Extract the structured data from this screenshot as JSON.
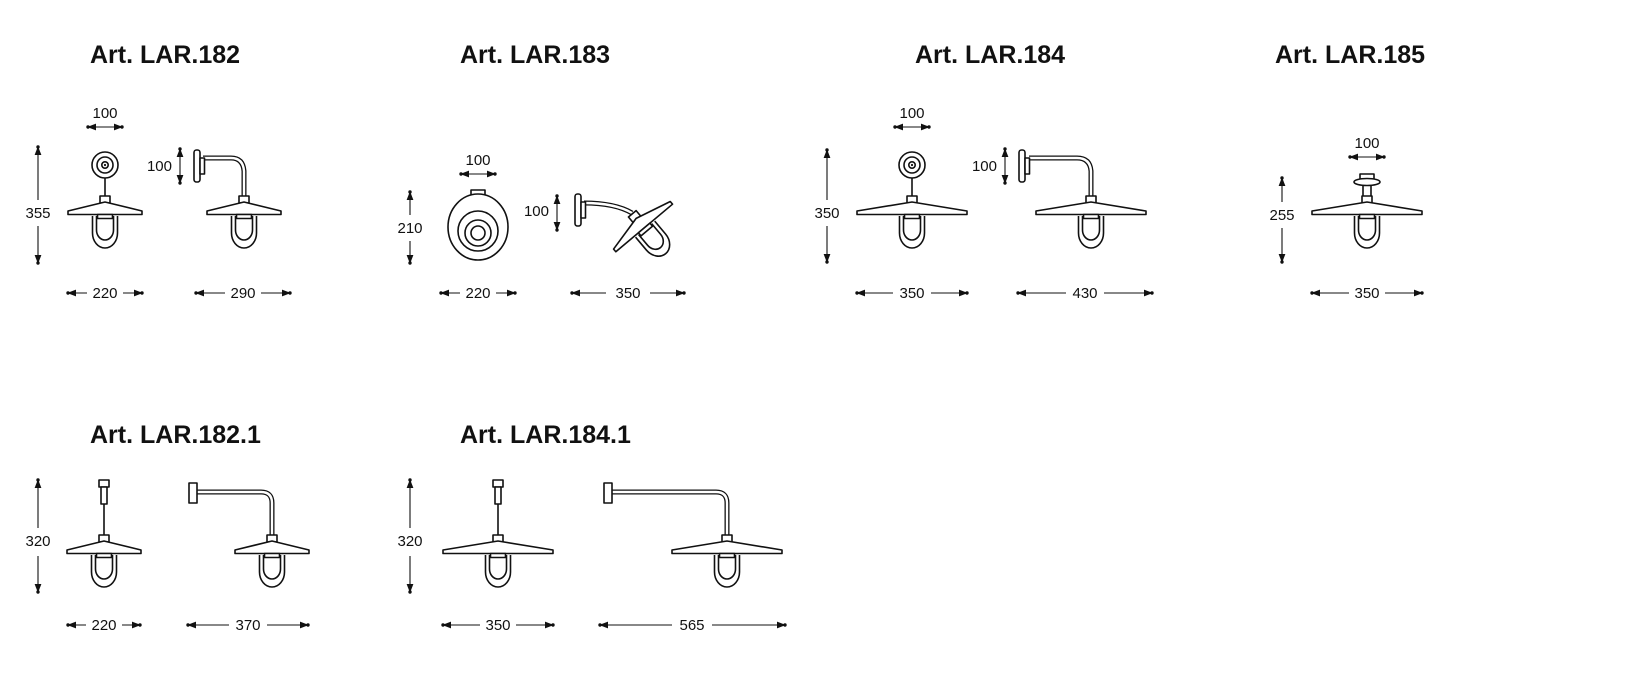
{
  "page": {
    "background": "#ffffff",
    "ink": "#111111"
  },
  "articles": [
    {
      "title": "Art. LAR.182",
      "dims": {
        "top_width": "100",
        "height": "355",
        "arm_height": "100",
        "front_width": "220",
        "side_depth": "290"
      }
    },
    {
      "title": "Art. LAR.183",
      "dims": {
        "top_width": "100",
        "height": "210",
        "arm_height": "100",
        "front_width": "220",
        "side_depth": "350"
      }
    },
    {
      "title": "Art. LAR.184",
      "dims": {
        "top_width": "100",
        "height": "350",
        "arm_height": "100",
        "front_width": "350",
        "side_depth": "430"
      }
    },
    {
      "title": "Art. LAR.185",
      "dims": {
        "top_width": "100",
        "height": "255",
        "front_width": "350"
      }
    },
    {
      "title": "Art. LAR.182.1",
      "dims": {
        "height": "320",
        "front_width": "220",
        "side_depth": "370"
      }
    },
    {
      "title": "Art. LAR.184.1",
      "dims": {
        "height": "320",
        "front_width": "350",
        "side_depth": "565"
      }
    }
  ]
}
